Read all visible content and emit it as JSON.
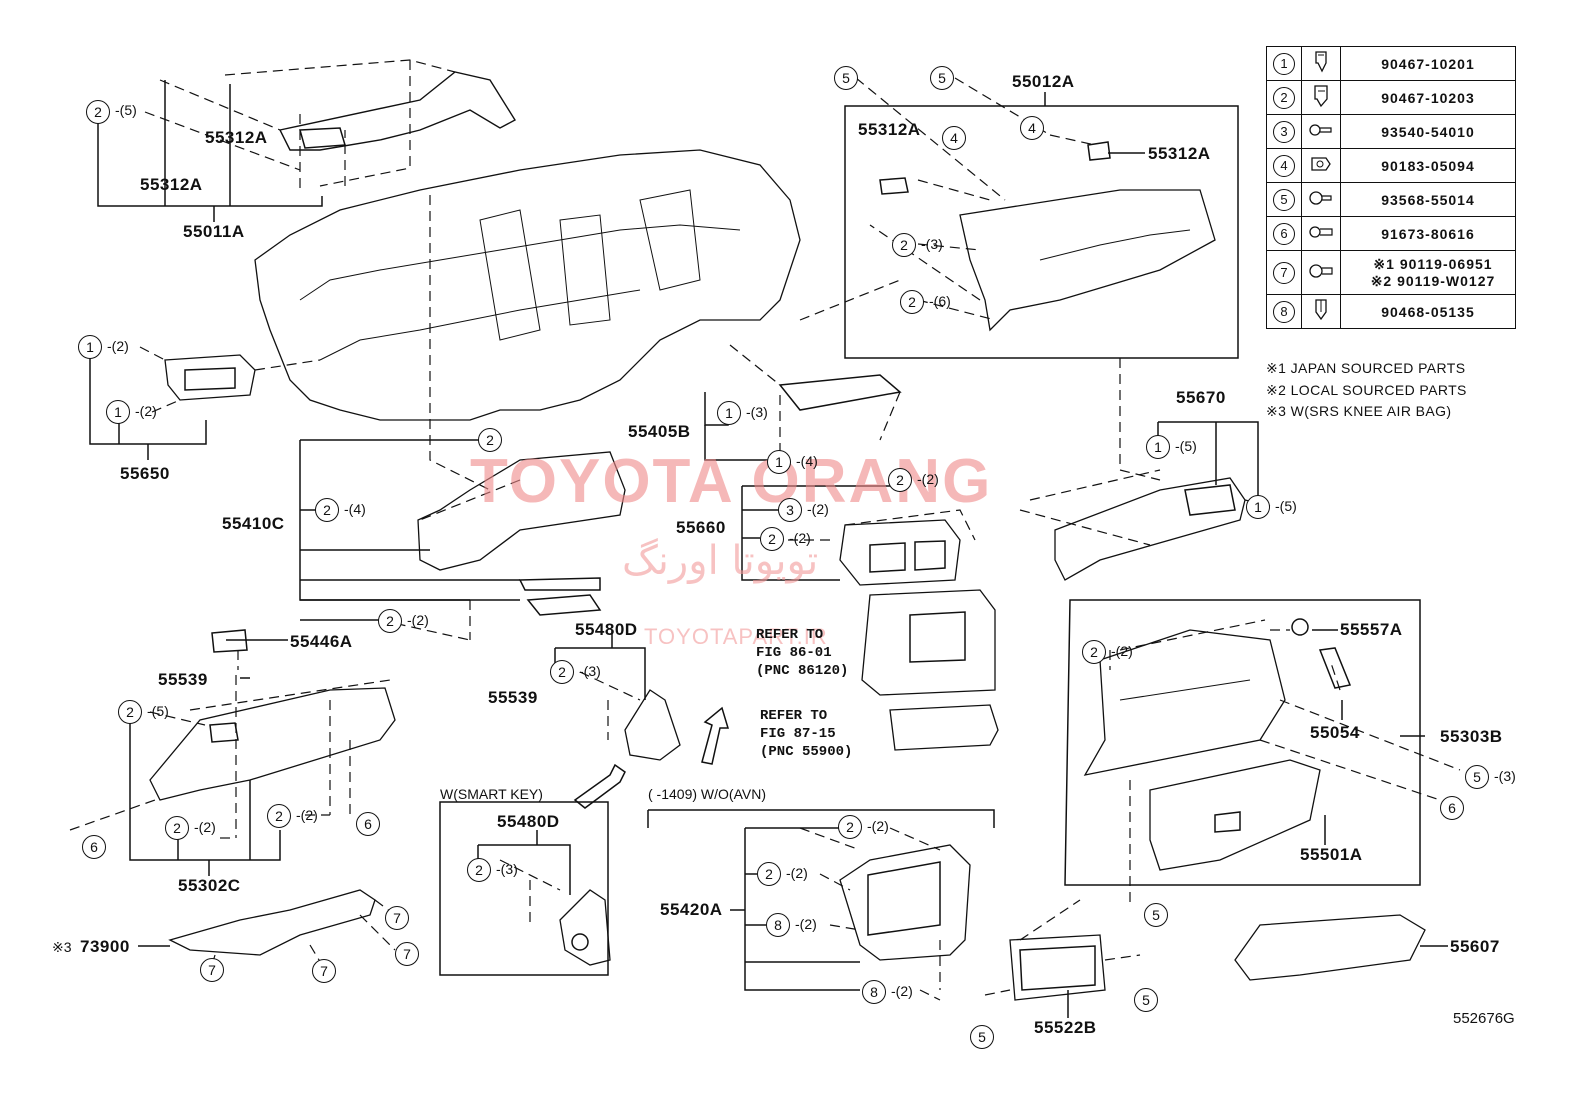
{
  "watermark": {
    "main": "TOYOTA ORANG",
    "arabic": "تویوتا اورنگ",
    "site": "TOYOTAPART.IR"
  },
  "legend": [
    {
      "num": "1",
      "part": "90467-10201"
    },
    {
      "num": "2",
      "part": "90467-10203"
    },
    {
      "num": "3",
      "part": "93540-54010"
    },
    {
      "num": "4",
      "part": "90183-05094"
    },
    {
      "num": "5",
      "part": "93568-55014"
    },
    {
      "num": "6",
      "part": "91673-80616"
    },
    {
      "num": "7",
      "part_line1": "※1 90119-06951",
      "part_line2": "※2 90119-W0127"
    },
    {
      "num": "8",
      "part": "90468-05135"
    }
  ],
  "notes": {
    "n1": "※1 JAPAN SOURCED PARTS",
    "n2": "※2 LOCAL SOURCED PARTS",
    "n3": "※3 W(SRS KNEE AIR BAG)"
  },
  "parts": {
    "p55011A": "55011A",
    "p55312A_1": "55312A",
    "p55312A_2": "55312A",
    "p55312A_3": "55312A",
    "p55312A_4": "55312A",
    "p55012A": "55012A",
    "p55650": "55650",
    "p55405B": "55405B",
    "p55410C": "55410C",
    "p55660": "55660",
    "p55670": "55670",
    "p55446A": "55446A",
    "p55539_1": "55539",
    "p55539_2": "55539",
    "p55480D_1": "55480D",
    "p55480D_2": "55480D",
    "p55557A": "55557A",
    "p55054": "55054",
    "p55303B": "55303B",
    "p55501A": "55501A",
    "p55302C": "55302C",
    "p73900": "73900",
    "p73900_mark": "※3",
    "p55420A": "55420A",
    "p55522B": "55522B",
    "p55607": "55607",
    "figure_code": "552676G"
  },
  "refs": {
    "r1": "REFER TO\nFIG 86-01\n(PNC 86120)",
    "r2": "REFER TO\nFIG 87-15\n(PNC 55900)"
  },
  "captions": {
    "smart_key": "W(SMART  KEY)",
    "avn": "(      -1409) W/O(AVN)"
  },
  "callouts": [
    {
      "n": "5"
    },
    {
      "n": "5"
    },
    {
      "n": "4"
    },
    {
      "n": "4"
    },
    {
      "n": "2",
      "q": "-(5)"
    },
    {
      "n": "2",
      "q": "-(3)"
    },
    {
      "n": "2",
      "q": "-(6)"
    },
    {
      "n": "1",
      "q": "-(2)"
    },
    {
      "n": "1",
      "q": "-(2)"
    },
    {
      "n": "1",
      "q": "-(3)"
    },
    {
      "n": "1",
      "q": "-(4)"
    },
    {
      "n": "2"
    },
    {
      "n": "2",
      "q": "-(4)"
    },
    {
      "n": "2",
      "q": "-(2)"
    },
    {
      "n": "3",
      "q": "-(2)"
    },
    {
      "n": "2",
      "q": "-(2)"
    },
    {
      "n": "2",
      "q": "-(2)"
    },
    {
      "n": "1",
      "q": "-(5)"
    },
    {
      "n": "1",
      "q": "-(5)"
    },
    {
      "n": "2",
      "q": "-(3)"
    },
    {
      "n": "2",
      "q": "-(2)"
    },
    {
      "n": "5",
      "q": "-(3)"
    },
    {
      "n": "6"
    },
    {
      "n": "2",
      "q": "-(5)"
    },
    {
      "n": "6"
    },
    {
      "n": "6"
    },
    {
      "n": "2",
      "q": "-(2)"
    },
    {
      "n": "2",
      "q": "-(2)"
    },
    {
      "n": "2",
      "q": "-(3)"
    },
    {
      "n": "2",
      "q": "-(2)"
    },
    {
      "n": "2",
      "q": "-(2)"
    },
    {
      "n": "8",
      "q": "-(2)"
    },
    {
      "n": "8",
      "q": "-(2)"
    },
    {
      "n": "7"
    },
    {
      "n": "7"
    },
    {
      "n": "7"
    },
    {
      "n": "7"
    },
    {
      "n": "5"
    },
    {
      "n": "5"
    },
    {
      "n": "5"
    }
  ]
}
